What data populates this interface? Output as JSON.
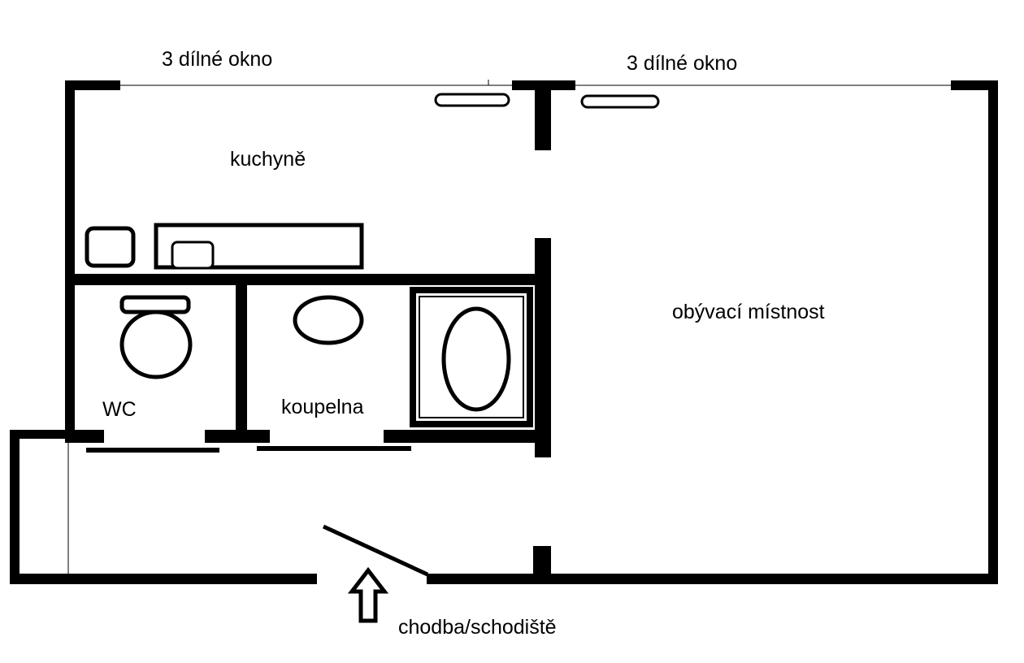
{
  "labels": {
    "window_left": "3 dílné okno",
    "window_right": "3 dílné okno",
    "kitchen": "kuchyně",
    "living_room": "obývací místnost",
    "wc": "WC",
    "bathroom": "koupelna",
    "hallway": "chodba/schodiště"
  },
  "colors": {
    "wall": "#000000",
    "background": "#ffffff"
  }
}
